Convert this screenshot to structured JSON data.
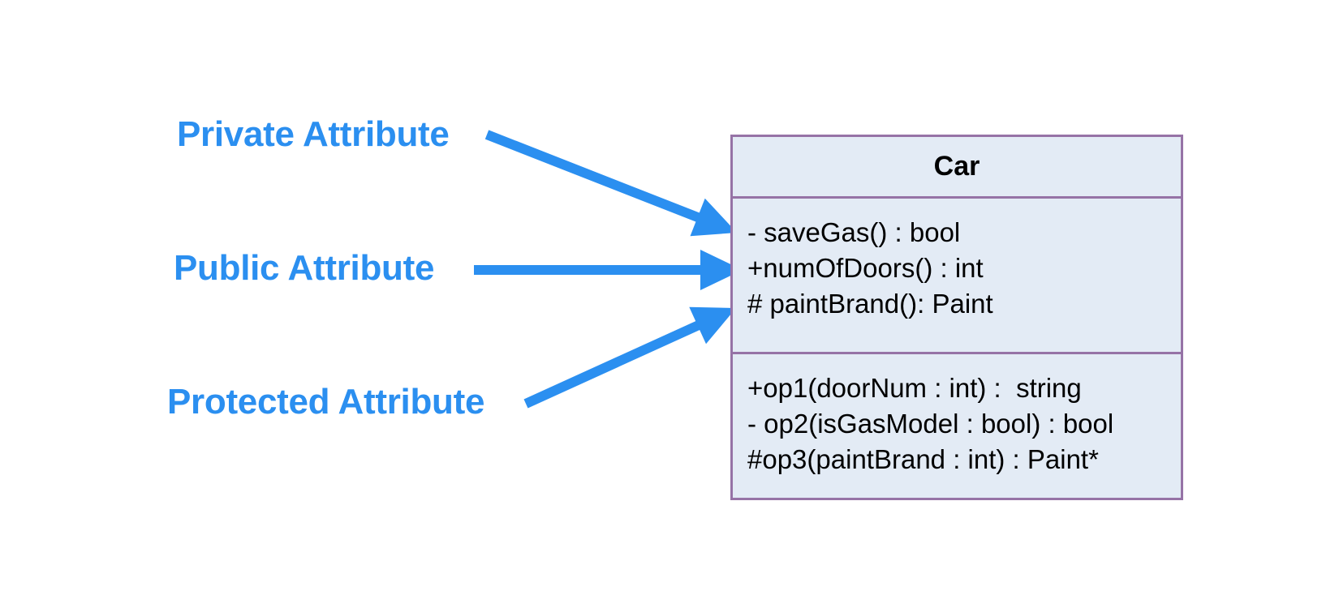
{
  "callouts": {
    "private": "Private Attribute",
    "public": "Public Attribute",
    "protected": "Protected Attribute"
  },
  "uml_class": {
    "name": "Car",
    "attributes": [
      "- saveGas() : bool",
      "+numOfDoors() : int",
      "# paintBrand(): Paint"
    ],
    "operations": [
      "+op1(doorNum : int) :  string",
      "- op2(isGasModel : bool) : bool",
      "#op3(paintBrand : int) : Paint*"
    ]
  },
  "colors": {
    "callout": "#2b8ff0",
    "class_border": "#9673a6",
    "class_fill": "#e3ebf5"
  }
}
